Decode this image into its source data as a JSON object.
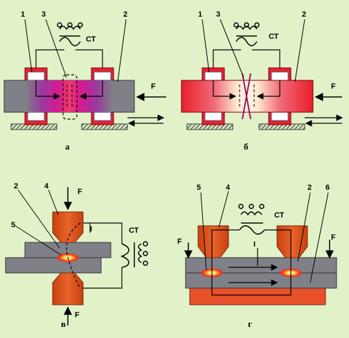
{
  "diagram": {
    "panels": [
      {
        "caption": "а",
        "labels": {
          "l1": "1",
          "l3": "3",
          "l2": "2",
          "transformer": "СТ",
          "force": "F"
        }
      },
      {
        "caption": "б",
        "labels": {
          "l1": "1",
          "l3": "3",
          "l2": "2",
          "transformer": "СТ",
          "force": "F"
        }
      },
      {
        "caption": "в",
        "labels": {
          "l2": "2",
          "l4": "4",
          "l5": "5",
          "current": "I",
          "transformer": "СТ",
          "force_top": "F",
          "force_bottom": "F"
        }
      },
      {
        "caption": "г",
        "labels": {
          "l5": "5",
          "l4": "4",
          "l2": "2",
          "l6": "6",
          "current": "I",
          "transformer": "СТ",
          "force_left": "F",
          "force_right": "F"
        }
      }
    ],
    "colors": {
      "background": "#e2f2c8",
      "electrode": "#e8202a",
      "electrode_dark": "#a0101a",
      "workpiece": "#8a8a8a",
      "workpiece_dark": "#5a5a5a",
      "heat": "#c0108a",
      "tip": "#d8541c",
      "hot_spot": "#ff2a1a"
    }
  }
}
